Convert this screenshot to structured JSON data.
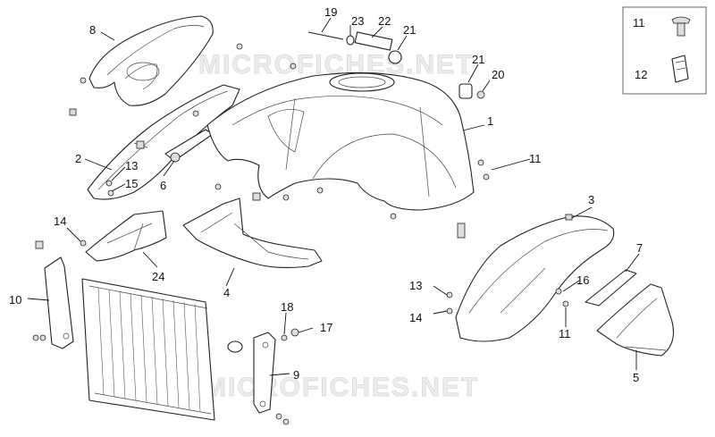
{
  "watermark": {
    "text": "MICROFICHES.NET"
  },
  "callouts": {
    "c1": "1",
    "c2": "2",
    "c3": "3",
    "c4": "4",
    "c5": "5",
    "c6": "6",
    "c7": "7",
    "c8": "8",
    "c9": "9",
    "c10": "10",
    "c11a": "11",
    "c11b": "11",
    "c11c": "11",
    "c12": "12",
    "c13a": "13",
    "c13b": "13",
    "c14a": "14",
    "c14b": "14",
    "c15": "15",
    "c16": "16",
    "c17": "17",
    "c18": "18",
    "c19": "19",
    "c20": "20",
    "c21a": "21",
    "c21b": "21",
    "c22": "22",
    "c23": "23",
    "c24": "24"
  },
  "colors": {
    "line": "#222222",
    "background": "#ffffff",
    "watermark": "#d8d8d8"
  }
}
